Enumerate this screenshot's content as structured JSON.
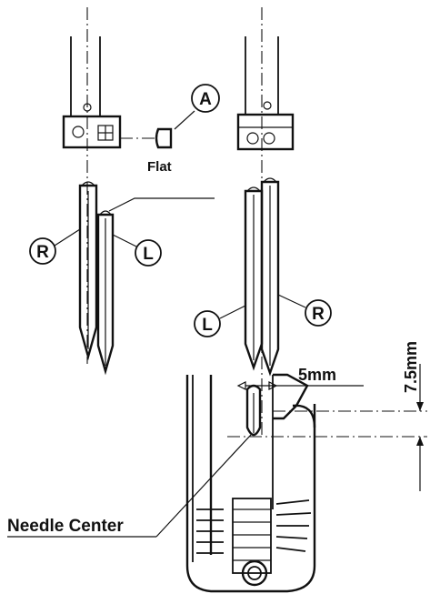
{
  "labels": {
    "part_a": "A",
    "flat": "Flat",
    "left_r": "R",
    "left_l": "L",
    "right_l": "L",
    "right_r": "R",
    "dim_5mm": "5mm",
    "dim_7_5mm": "7.5mm",
    "needle_center": "Needle Center"
  },
  "colors": {
    "ink": "#111111",
    "paper": "#ffffff"
  }
}
